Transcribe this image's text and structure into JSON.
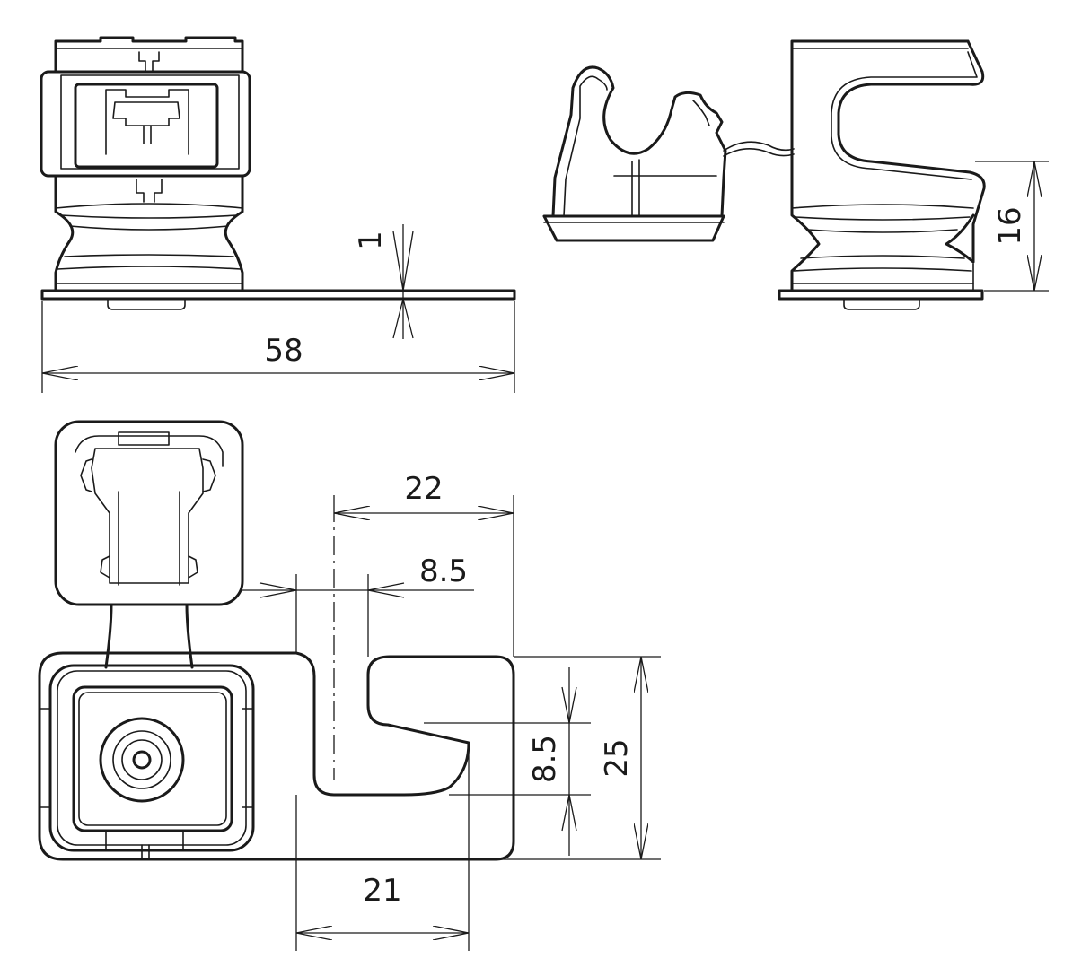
{
  "dimensions": {
    "width_total": "58",
    "plate_thickness": "1",
    "height_side": "16",
    "slot_depth": "22",
    "arm_width": "8.5",
    "slot_width": "8.5",
    "body_height": "25",
    "bottom_width": "21"
  },
  "colors": {
    "line": "#1a1a1a",
    "background": "#ffffff"
  }
}
